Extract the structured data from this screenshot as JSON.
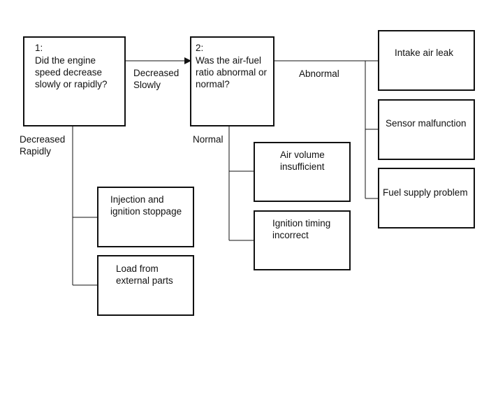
{
  "nodes": {
    "q1": {
      "number": "1:",
      "text": "Did the engine\nspeed decrease\nslowly or rapidly?"
    },
    "q2": {
      "number": "2:",
      "text": "Was the air-fuel\nratio abnormal or\nnormal?"
    },
    "intake_air_leak": "Intake air leak",
    "sensor_malfunction": "Sensor malfunction",
    "fuel_supply_problem": "Fuel supply problem",
    "air_volume_insufficient": "Air volume\ninsufficient",
    "ignition_timing_incorrect": "Ignition timing\nincorrect",
    "injection_ignition_stoppage": "Injection and\nignition stoppage",
    "load_external_parts": "Load from\nexternal parts"
  },
  "edge_labels": {
    "decreased_slowly": "Decreased\nSlowly",
    "decreased_rapidly": "Decreased\nRapidly",
    "abnormal": "Abnormal",
    "normal": "Normal"
  },
  "colors": {
    "line": "#111111",
    "background": "#ffffff"
  }
}
